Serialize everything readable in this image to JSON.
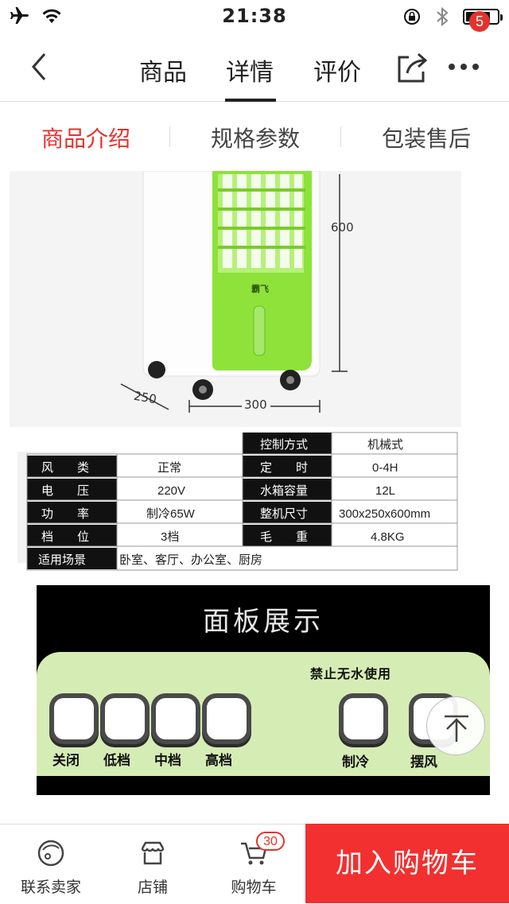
{
  "status_bar": {
    "time": "21:38"
  },
  "navbar": {
    "tabs": [
      {
        "label": "商品"
      },
      {
        "label": "详情"
      },
      {
        "label": "评价"
      }
    ],
    "more_badge": "5"
  },
  "subtabs": [
    {
      "label": "商品介绍"
    },
    {
      "label": "规格参数"
    },
    {
      "label": "包装售后"
    }
  ],
  "product_image": {
    "brand": "霸飞",
    "height_label": "600",
    "depth_label": "250",
    "width_label": "300"
  },
  "specs": {
    "top_row": {
      "key": "控制方式",
      "value": "机械式"
    },
    "rows": [
      {
        "k1": "风　　类",
        "v1": "正常",
        "k2": "定　　时",
        "v2": "0-4H"
      },
      {
        "k1": "电　　压",
        "v1": "220V",
        "k2": "水箱容量",
        "v2": "12L"
      },
      {
        "k1": "功　　率",
        "v1": "制冷65W",
        "k2": "整机尺寸",
        "v2": "300x250x600mm"
      },
      {
        "k1": "档　　位",
        "v1": "3档",
        "k2": "毛　　重",
        "v2": "4.8KG"
      }
    ],
    "scene": {
      "key": "适用场景",
      "value": "卧室、客厅、办公室、厨房"
    }
  },
  "panel": {
    "title": "面板展示",
    "warning": "禁止无水使用",
    "buttons": [
      {
        "label": "关闭"
      },
      {
        "label": "低档"
      },
      {
        "label": "中档"
      },
      {
        "label": "高档"
      },
      {
        "label": "制冷"
      },
      {
        "label": "摆风"
      }
    ]
  },
  "bottom_bar": {
    "contact": "联系卖家",
    "shop": "店铺",
    "cart": "购物车",
    "cart_count": "30",
    "add_to_cart": "加入购物车"
  },
  "colors": {
    "accent": "#e5322d",
    "add_cart_bg": "#f23030",
    "panel_green": "#d6ecb5",
    "product_green": "#8ee23a"
  }
}
